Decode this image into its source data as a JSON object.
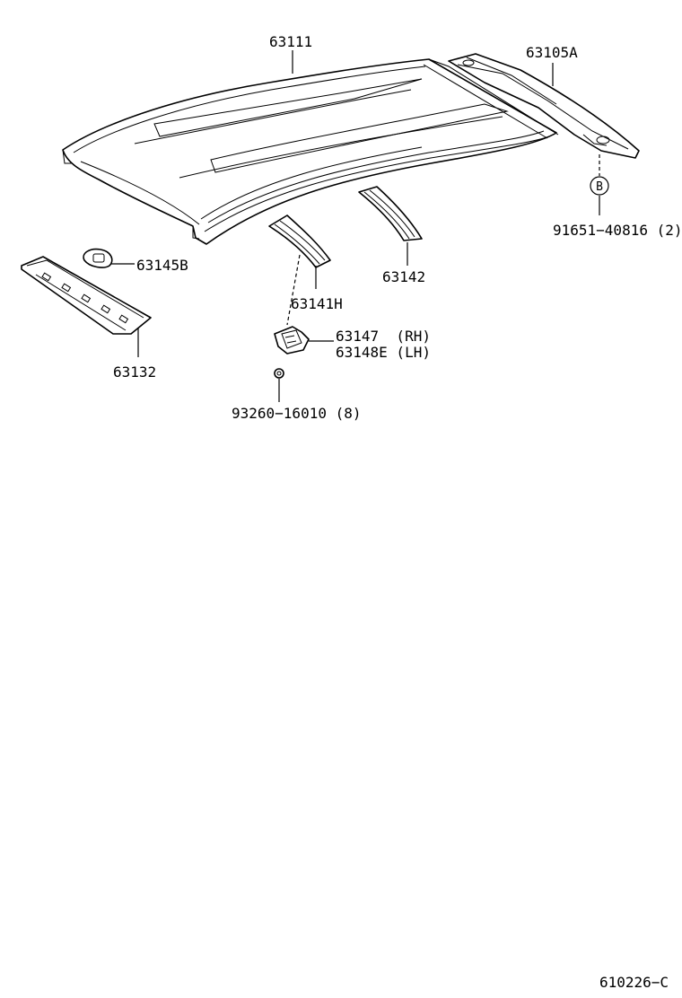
{
  "labels": {
    "roof_panel": "63111",
    "rear_header": "63105A",
    "bolt": "91651−40816 (2)",
    "bolt_marker": "B",
    "grommet": "63145B",
    "front_header": "63132",
    "roof_bow_front": "63141H",
    "roof_bow_rear": "63142",
    "bracket_rh": "63147  (RH)",
    "bracket_lh": "63148E (LH)",
    "clip": "93260−16010 (8)",
    "diagram_code": "610226−C"
  }
}
